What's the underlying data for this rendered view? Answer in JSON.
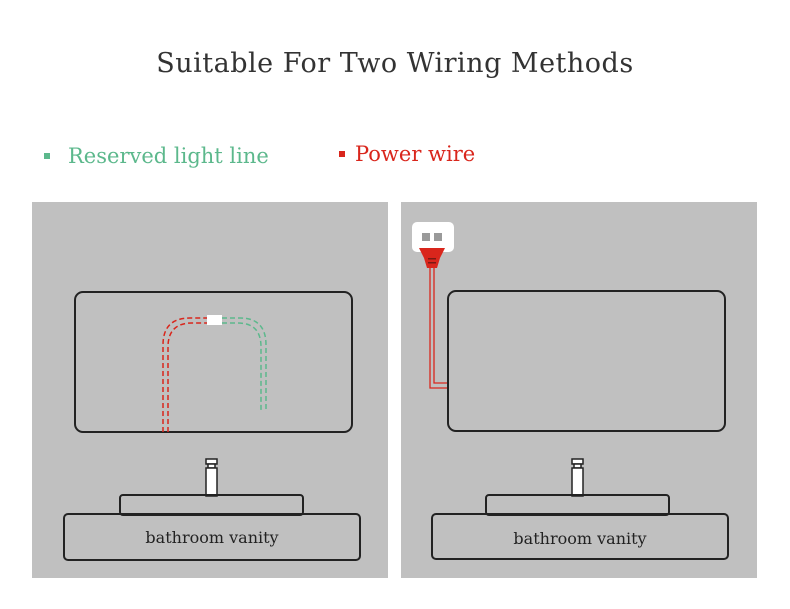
{
  "title": "Suitable For Two Wiring Methods",
  "legend": {
    "reserved": {
      "label": "Reserved light line",
      "color": "#5cb88c"
    },
    "power": {
      "label": "Power wire",
      "color": "#d9261c"
    }
  },
  "panels": [
    {
      "vanity_label": "bathroom vanity"
    },
    {
      "vanity_label": "bathroom vanity"
    }
  ],
  "colors": {
    "panel_bg": "#c0c0c0",
    "outline": "#222222"
  },
  "icons": [
    "plug-icon",
    "faucet-icon"
  ]
}
